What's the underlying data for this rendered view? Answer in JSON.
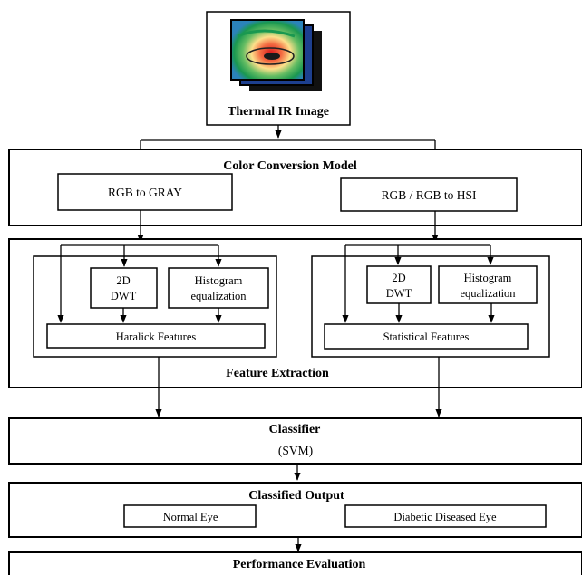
{
  "input": {
    "label": "Thermal IR Image"
  },
  "color_conversion": {
    "title": "Color Conversion Model",
    "left": "RGB to GRAY",
    "right": "RGB / RGB to HSI"
  },
  "feature_extraction": {
    "title": "Feature Extraction",
    "left": {
      "dwt_line1": "2D",
      "dwt_line2": "DWT",
      "hist_line1": "Histogram",
      "hist_line2": "equalization",
      "features": "Haralick Features"
    },
    "right": {
      "dwt_line1": "2D",
      "dwt_line2": "DWT",
      "hist_line1": "Histogram",
      "hist_line2": "equalization",
      "features": "Statistical Features"
    }
  },
  "classifier": {
    "title": "Classifier",
    "subtitle": "(SVM)"
  },
  "output": {
    "title": "Classified Output",
    "normal": "Normal Eye",
    "diseased": "Diabetic Diseased Eye"
  },
  "evaluation": {
    "title": "Performance Evaluation"
  },
  "colors": {
    "stroke": "#000000",
    "background": "#ffffff"
  }
}
